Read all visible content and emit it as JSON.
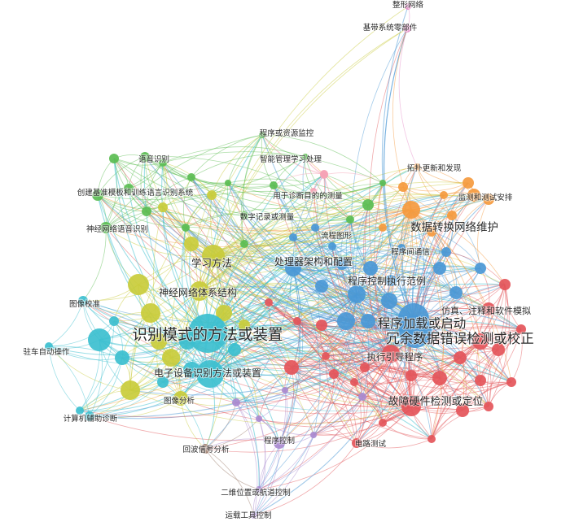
{
  "colors": {
    "cluster1": "#e4555a",
    "cluster2": "#4a98d6",
    "cluster3": "#5bbd52",
    "cluster4": "#c9cc3b",
    "cluster5": "#3cbfcf",
    "cluster6": "#f59a3e",
    "cluster7": "#a98ad0",
    "cluster8": "#e58cc7",
    "cluster9": "#f5a3b5",
    "cluster10": "#a08070"
  },
  "nodes": [
    {
      "id": "n1",
      "label": "识别模式的方法或装置",
      "cluster": 5,
      "weight": 10
    },
    {
      "id": "n2",
      "label": "冗余数据错误检测或校正",
      "cluster": 2,
      "weight": 9
    },
    {
      "id": "n3",
      "label": "程序加载或启动",
      "cluster": 2,
      "weight": 8
    },
    {
      "id": "n4",
      "label": "数据转换网络维护",
      "cluster": 6,
      "weight": 5
    },
    {
      "id": "n5",
      "label": "学习方法",
      "cluster": 4,
      "weight": 6
    },
    {
      "id": "n6",
      "label": "神经网络体系结构",
      "cluster": 4,
      "weight": 5
    },
    {
      "id": "n7",
      "label": "电子设备识别方法或装置",
      "cluster": 5,
      "weight": 7
    },
    {
      "id": "n8",
      "label": "故障硬件检测或定位",
      "cluster": 1,
      "weight": 5
    },
    {
      "id": "n9",
      "label": "处理器架构和配置",
      "cluster": 2,
      "weight": 4
    },
    {
      "id": "n10",
      "label": "程序控制执行范例",
      "cluster": 2,
      "weight": 4
    },
    {
      "id": "n11",
      "label": "执行引导程序",
      "cluster": 1,
      "weight": 4
    },
    {
      "id": "n12",
      "label": "仿真、注释和软件模拟",
      "cluster": 1,
      "weight": 3
    },
    {
      "id": "n13",
      "label": "图像分析",
      "cluster": 4,
      "weight": 3
    },
    {
      "id": "n14",
      "label": "计算机辅助诊断",
      "cluster": 5,
      "weight": 2
    },
    {
      "id": "n15",
      "label": "驻车自动操作",
      "cluster": 5,
      "weight": 2
    },
    {
      "id": "n16",
      "label": "图像校准",
      "cluster": 5,
      "weight": 2
    },
    {
      "id": "n17",
      "label": "语音识别",
      "cluster": 3,
      "weight": 2
    },
    {
      "id": "n18",
      "label": "创建基准模板和训练语言识别系统",
      "cluster": 3,
      "weight": 2
    },
    {
      "id": "n19",
      "label": "神经网络语音识别",
      "cluster": 3,
      "weight": 2
    },
    {
      "id": "n20",
      "label": "程序或资源监控",
      "cluster": 3,
      "weight": 2
    },
    {
      "id": "n21",
      "label": "智能管理学习处理",
      "cluster": 3,
      "weight": 2
    },
    {
      "id": "n22",
      "label": "用于诊断目的的测量",
      "cluster": 9,
      "weight": 2
    },
    {
      "id": "n23",
      "label": "数字记录或测量",
      "cluster": 3,
      "weight": 2
    },
    {
      "id": "n24",
      "label": "流程图形",
      "cluster": 2,
      "weight": 2
    },
    {
      "id": "n25",
      "label": "程序间通信",
      "cluster": 2,
      "weight": 2
    },
    {
      "id": "n26",
      "label": "拓扑更新和发现",
      "cluster": 6,
      "weight": 2
    },
    {
      "id": "n27",
      "label": "监测和测试安排",
      "cluster": 6,
      "weight": 3
    },
    {
      "id": "n28",
      "label": "基带系统零部件",
      "cluster": 8,
      "weight": 2
    },
    {
      "id": "n29",
      "label": "整形网络",
      "cluster": 8,
      "weight": 2
    },
    {
      "id": "n30",
      "label": "电路测试",
      "cluster": 1,
      "weight": 2
    },
    {
      "id": "n31",
      "label": "程序控制",
      "cluster": 7,
      "weight": 2
    },
    {
      "id": "n32",
      "label": "回波信号分析",
      "cluster": 10,
      "weight": 2
    },
    {
      "id": "n33",
      "label": "二维位置或航道控制",
      "cluster": 7,
      "weight": 2
    },
    {
      "id": "n34",
      "label": "运载工具控制",
      "cluster": 7,
      "weight": 2
    }
  ]
}
